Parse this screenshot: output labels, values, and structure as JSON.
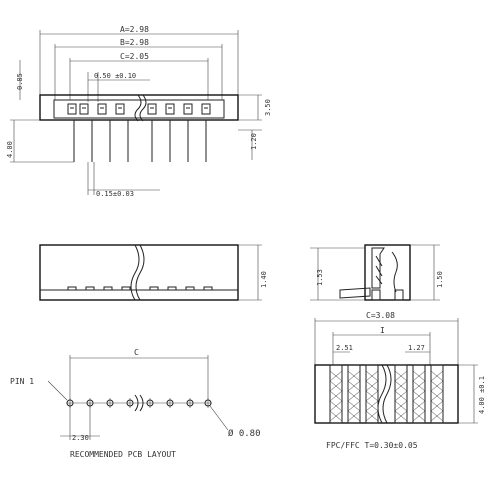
{
  "dimensions": {
    "a": "A=2.98",
    "b": "B=2.98",
    "c": "C=2.05",
    "height_top_left": "0.85",
    "pitch": "0.50 ±0.10",
    "right_height": "3.50",
    "pin_length_left": "4.00",
    "pin_offset_right": "1.20",
    "pin_width": "0.15±0.03",
    "side_height_front": "1.40",
    "side_height_left": "1.53",
    "side_height_right": "1.50",
    "layout_c": "C",
    "pin1": "PIN 1",
    "pad_offset": "2.30",
    "hole_dia": "Ø 0.80",
    "fpc_c": "C=3.08",
    "fpc_i": "I",
    "fpc_left": "2.51",
    "fpc_right": "1.27",
    "fpc_height": "4.00 ±0.1"
  },
  "captions": {
    "layout": "RECOMMENDED PCB LAYOUT",
    "fpc": "FPC/FFC T=0.30±0.05"
  }
}
